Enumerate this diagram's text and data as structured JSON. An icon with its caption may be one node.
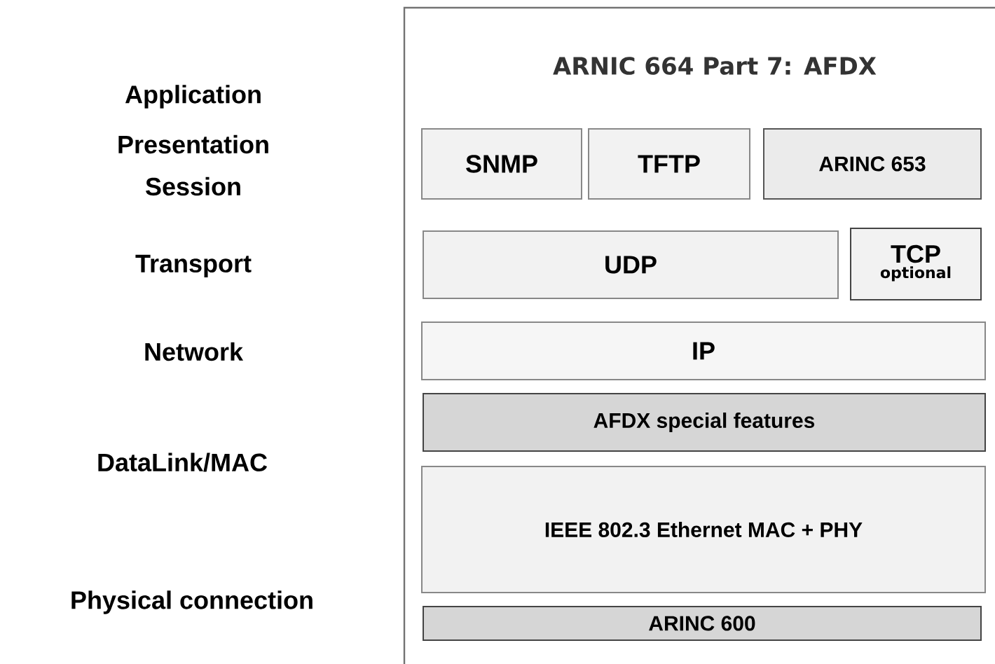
{
  "diagram": {
    "nodes": [
      {
        "text": [
          "ARNIC 664 Part 7: AFDX"
        ]
      },
      {
        "text": [
          "SNMP"
        ],
        "in": 0
      },
      {
        "text": [
          "TFTP"
        ],
        "in": 0
      },
      {
        "text": [
          "ARINC 653"
        ],
        "in": 0
      },
      {
        "text": [
          "UDP"
        ],
        "in": 0
      },
      {
        "text": [
          "TCP",
          "optional"
        ],
        "in": 0
      },
      {
        "text": [
          "IP"
        ],
        "in": 0
      },
      {
        "text": [
          "AFDX special features"
        ],
        "in": 0
      },
      {
        "text": [
          "IEEE 802.3 Ethernet MAC + PHY"
        ],
        "in": 0
      },
      {
        "text": [
          "ARINC 600"
        ],
        "in": 0
      }
    ],
    "labels": [
      "Application",
      "Presentation",
      "Session",
      "Transport",
      "Network",
      "DataLink/MAC",
      "Physical connection"
    ]
  }
}
